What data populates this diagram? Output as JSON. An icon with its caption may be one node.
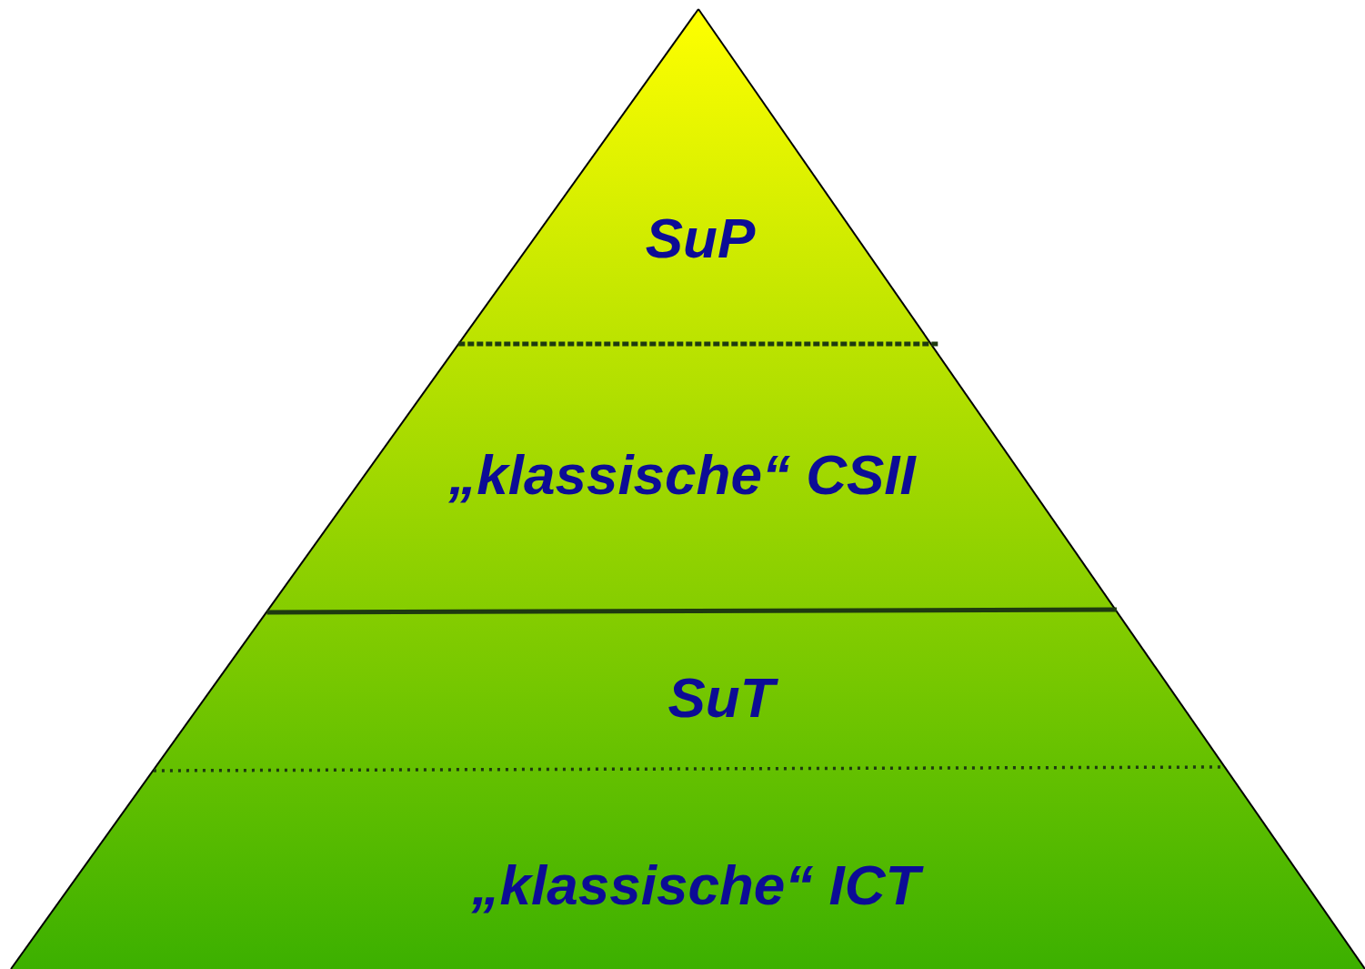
{
  "diagram": {
    "nodes": [
      {
        "text": [
          "SuP"
        ]
      },
      {
        "text": [
          "„klassische“ CSII"
        ]
      },
      {
        "text": [
          "SuT"
        ]
      },
      {
        "text": [
          "„klassische“ ICT"
        ]
      }
    ]
  }
}
